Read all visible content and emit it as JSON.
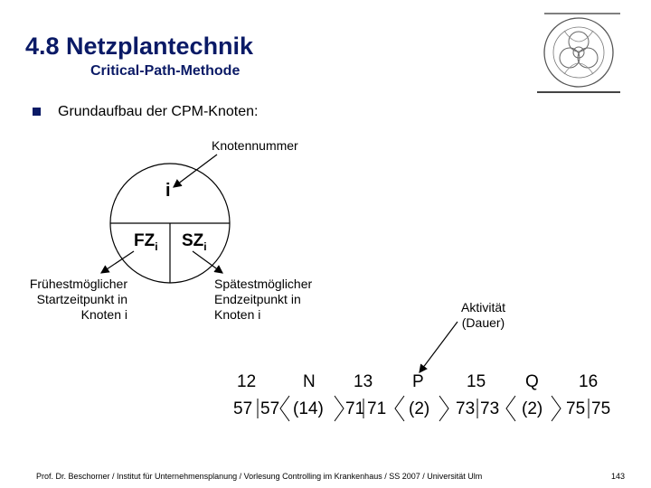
{
  "header": {
    "title": "4.8 Netzplantechnik",
    "subtitle": "Critical-Path-Methode"
  },
  "bullet": "Grundaufbau der CPM-Knoten:",
  "diagram": {
    "knotennummer": "Knotennummer",
    "node_index": "i",
    "fz": "FZ",
    "fz_sub": "i",
    "sz": "SZ",
    "sz_sub": "i",
    "fruehest": [
      "Frühestmöglicher",
      "Startzeitpunkt in",
      "Knoten i"
    ],
    "spaetest": [
      "Spätestmöglicher",
      "Endzeitpunkt in",
      "Knoten i"
    ],
    "aktivitaet": [
      "Aktivität",
      "(Dauer)"
    ]
  },
  "example": {
    "nodes": [
      {
        "num": "12",
        "fz": "57",
        "sz": "57"
      },
      {
        "num": "13",
        "fz": "71",
        "sz": "71"
      },
      {
        "num": "15",
        "fz": "73",
        "sz": "73"
      },
      {
        "num": "16",
        "fz": "75",
        "sz": "75"
      }
    ],
    "activities": [
      {
        "name": "N",
        "duration": "(14)"
      },
      {
        "name": "P",
        "duration": "(2)"
      },
      {
        "name": "Q",
        "duration": "(2)"
      }
    ]
  },
  "footer": {
    "text": "Prof. Dr. Beschorner / Institut für Unternehmensplanung / Vorlesung Controlling im Krankenhaus / SS 2007 / Universität Ulm",
    "page": "143"
  },
  "colors": {
    "title": "#0a1a66",
    "text": "#000000"
  },
  "icons": {
    "seal": "university-seal-icon",
    "bullet": "square-bullet-icon"
  }
}
